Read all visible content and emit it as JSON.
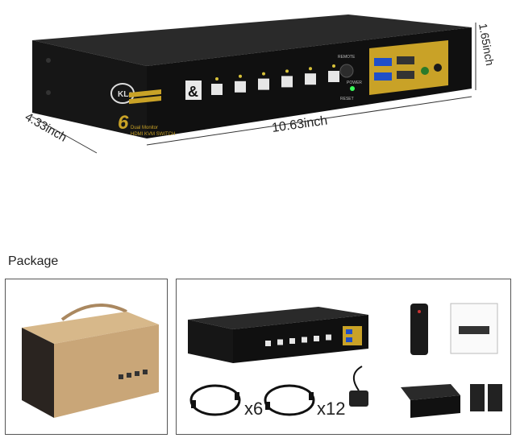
{
  "product": {
    "brand": "KLau",
    "ports_digit": "6",
    "channel_digit": "&",
    "port_count": 6,
    "remote_label": "REMOTE",
    "power_label": "POWER",
    "reset_label": "RESET",
    "dual_monitor_label": "Dual Monitor",
    "product_type_label": "HDMI KVM SWITCH"
  },
  "dimensions": {
    "width": "10.63inch",
    "depth": "4.33inch",
    "height": "1.65inch"
  },
  "package": {
    "heading": "Package",
    "cable_hdmi_qty": "x6",
    "cable_usb_qty": "x12"
  },
  "colors": {
    "body": "#1c1c1c",
    "front_panel": "#111111",
    "gold_accent": "#c9a227",
    "box_kraft": "#c9a678",
    "box_dark": "#2a2420"
  }
}
